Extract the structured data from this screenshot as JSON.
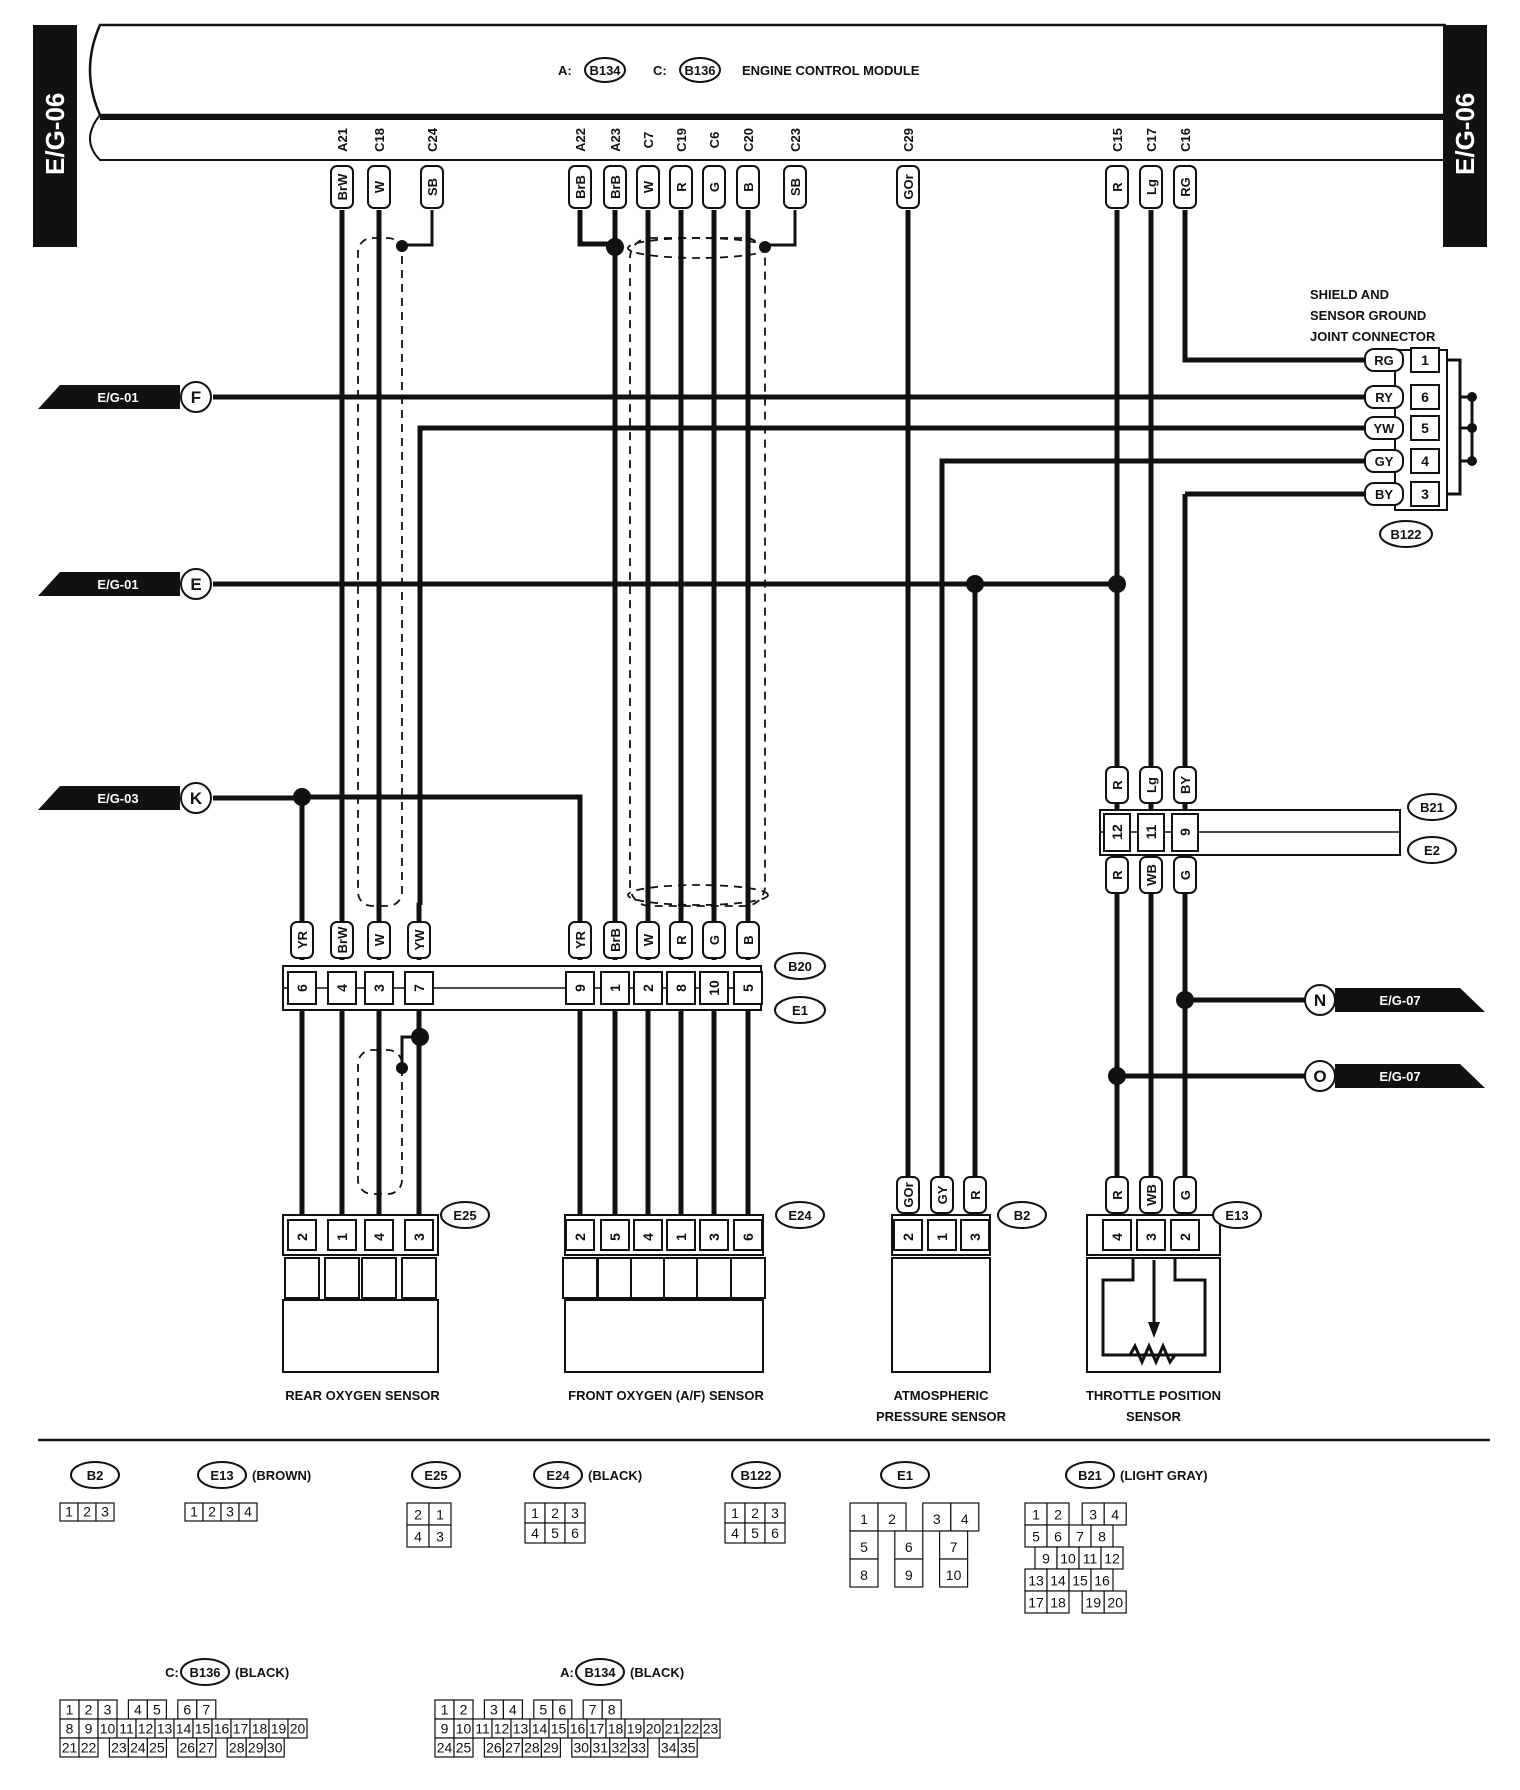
{
  "page_tag": "E/G-06",
  "ecm": {
    "title": "ENGINE CONTROL MODULE",
    "a_prefix": "A:",
    "a_conn": "B134",
    "c_prefix": "C:",
    "c_conn": "B136"
  },
  "ecm_pins": [
    {
      "pin": "A21",
      "color": "BrW"
    },
    {
      "pin": "C18",
      "color": "W"
    },
    {
      "pin": "C24",
      "color": "SB"
    },
    {
      "pin": "A22",
      "color": "BrB"
    },
    {
      "pin": "A23",
      "color": "BrB"
    },
    {
      "pin": "C7",
      "color": "W"
    },
    {
      "pin": "C19",
      "color": "R"
    },
    {
      "pin": "C6",
      "color": "G"
    },
    {
      "pin": "C20",
      "color": "B"
    },
    {
      "pin": "C23",
      "color": "SB"
    },
    {
      "pin": "C29",
      "color": "GOr"
    },
    {
      "pin": "C15",
      "color": "R"
    },
    {
      "pin": "C17",
      "color": "Lg"
    },
    {
      "pin": "C16",
      "color": "RG"
    }
  ],
  "offpage": [
    {
      "page": "E/G-01",
      "letter": "F"
    },
    {
      "page": "E/G-01",
      "letter": "E"
    },
    {
      "page": "E/G-03",
      "letter": "K"
    },
    {
      "page": "E/G-07",
      "letter": "N"
    },
    {
      "page": "E/G-07",
      "letter": "O"
    }
  ],
  "joint": {
    "title_lines": [
      "SHIELD AND",
      "SENSOR GROUND",
      "JOINT CONNECTOR"
    ],
    "conn": "B122",
    "rows": [
      {
        "color": "RG",
        "pin": "1"
      },
      {
        "color": "RY",
        "pin": "6"
      },
      {
        "color": "YW",
        "pin": "5"
      },
      {
        "color": "GY",
        "pin": "4"
      },
      {
        "color": "BY",
        "pin": "3"
      }
    ]
  },
  "b21_e2": {
    "upper_conn": "B21",
    "lower_conn": "E2",
    "upper_colors": [
      "R",
      "Lg",
      "BY"
    ],
    "pins": [
      "12",
      "11",
      "9"
    ],
    "lower_colors": [
      "R",
      "WB",
      "G"
    ]
  },
  "b20_e1": {
    "upper_conn": "B20",
    "lower_conn": "E1",
    "left_colors": [
      "YR",
      "BrW",
      "W",
      "YW"
    ],
    "left_pins": [
      "6",
      "4",
      "3",
      "7"
    ],
    "right_colors": [
      "YR",
      "BrB",
      "W",
      "R",
      "G",
      "B"
    ],
    "right_pins": [
      "9",
      "1",
      "2",
      "8",
      "10",
      "5"
    ]
  },
  "sensors": [
    {
      "name": "REAR OXYGEN SENSOR",
      "conn": "E25",
      "pins": [
        "2",
        "1",
        "4",
        "3"
      ],
      "colors": []
    },
    {
      "name": "FRONT OXYGEN (A/F) SENSOR",
      "conn": "E24",
      "pins": [
        "2",
        "5",
        "4",
        "1",
        "3",
        "6"
      ],
      "colors": []
    },
    {
      "name_lines": [
        "ATMOSPHERIC",
        "PRESSURE SENSOR"
      ],
      "conn": "B2",
      "pins": [
        "2",
        "1",
        "3"
      ],
      "colors": [
        "GOr",
        "GY",
        "R"
      ]
    },
    {
      "name_lines": [
        "THROTTLE POSITION",
        "SENSOR"
      ],
      "conn": "E13",
      "pins": [
        "4",
        "3",
        "2"
      ],
      "colors": [
        "R",
        "WB",
        "G"
      ]
    }
  ],
  "legend": [
    {
      "conn": "B2",
      "note": "",
      "rows": [
        [
          "1",
          "2",
          "3"
        ]
      ]
    },
    {
      "conn": "E13",
      "note": "(BROWN)",
      "rows": [
        [
          "1",
          "2",
          "3",
          "4"
        ]
      ]
    },
    {
      "conn": "E25",
      "note": "",
      "rows": [
        [
          "2",
          "1"
        ],
        [
          "4",
          "3"
        ]
      ]
    },
    {
      "conn": "E24",
      "note": "(BLACK)",
      "rows": [
        [
          "1",
          "2",
          "3"
        ],
        [
          "4",
          "5",
          "6"
        ]
      ]
    },
    {
      "conn": "B122",
      "note": "",
      "rows": [
        [
          "1",
          "2",
          "3"
        ],
        [
          "4",
          "5",
          "6"
        ]
      ]
    },
    {
      "conn": "E1",
      "note": "",
      "rows": [
        [
          "1",
          "2",
          "",
          "3",
          "4"
        ],
        [
          "5",
          "",
          "6",
          "",
          "7"
        ],
        [
          "8",
          "",
          "9",
          "",
          "10"
        ]
      ]
    },
    {
      "conn": "B21",
      "note": "(LIGHT GRAY)",
      "rows": [
        [
          "1",
          "2",
          "",
          "3",
          "4"
        ],
        [
          "5",
          "6",
          "7",
          "8"
        ],
        [
          "9",
          "10",
          "11",
          "12"
        ],
        [
          "13",
          "14",
          "15",
          "16"
        ],
        [
          "17",
          "18",
          "",
          "19",
          "20"
        ]
      ]
    },
    {
      "conn": "B136",
      "prefix": "C:",
      "note": "(BLACK)",
      "rows": [
        [
          "1",
          "2",
          "3",
          "",
          "4",
          "5",
          "",
          "6",
          "7"
        ],
        [
          "8",
          "9",
          "10",
          "11",
          "12",
          "13",
          "14",
          "15",
          "16",
          "17",
          "18",
          "19",
          "20"
        ],
        [
          "21",
          "22",
          "",
          "23",
          "24",
          "25",
          "",
          "26",
          "27",
          "",
          "28",
          "29",
          "30"
        ]
      ]
    },
    {
      "conn": "B134",
      "prefix": "A:",
      "note": "(BLACK)",
      "rows": [
        [
          "1",
          "2",
          "",
          "3",
          "4",
          "",
          "5",
          "6",
          "",
          "7",
          "8"
        ],
        [
          "9",
          "10",
          "11",
          "12",
          "13",
          "14",
          "15",
          "16",
          "17",
          "18",
          "19",
          "20",
          "21",
          "22",
          "23"
        ],
        [
          "24",
          "25",
          "",
          "26",
          "27",
          "28",
          "29",
          "",
          "30",
          "31",
          "32",
          "33",
          "",
          "34",
          "35"
        ]
      ]
    }
  ]
}
